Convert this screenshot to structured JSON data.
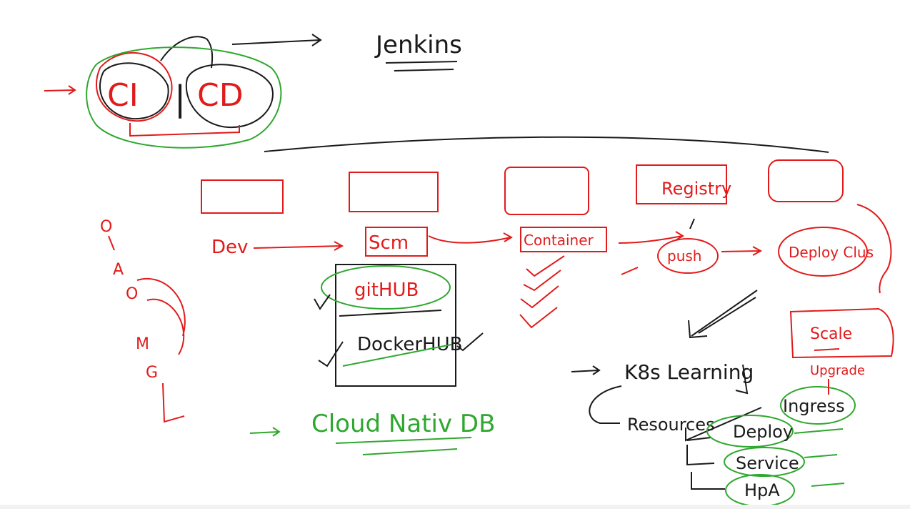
{
  "colors": {
    "black": "#1a1a1a",
    "red": "#e11b1b",
    "green": "#2ea82e"
  },
  "top": {
    "ci": "CI",
    "cd": "CD",
    "divider": "|",
    "tool": "Jenkins"
  },
  "pipeline": {
    "dev": "Dev",
    "scm": "Scm",
    "container": "Container",
    "registry": "Registry",
    "push": "push",
    "deploy_cluster": "Deploy Clus",
    "scale": "Scale",
    "upgrade": "Upgrade"
  },
  "repos": {
    "github": "gitHUB",
    "dockerhub": "DockerHUB"
  },
  "cloud_native_db": "Cloud Nativ DB",
  "k8s": {
    "title": "K8s Learning",
    "resources": "Resources",
    "items": [
      "Ingress",
      "Deploy",
      "Service",
      "HpA"
    ]
  },
  "side_letters": [
    "O",
    "A",
    "O",
    "M",
    "G"
  ]
}
